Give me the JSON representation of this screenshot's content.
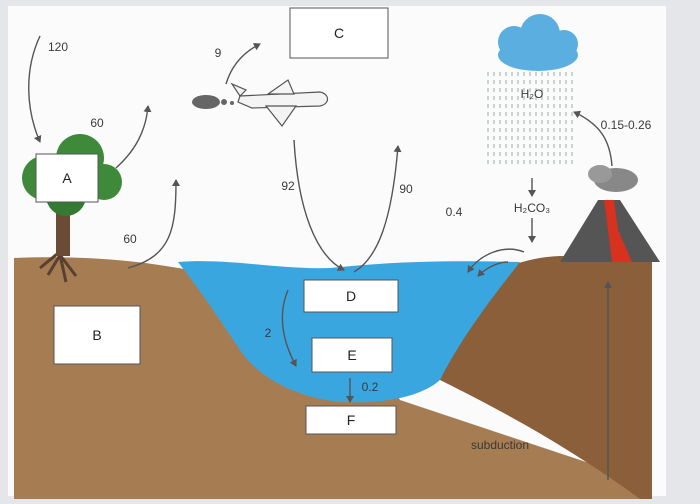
{
  "diagram": {
    "boxes": {
      "a": "A",
      "b": "B",
      "c": "C",
      "d": "D",
      "e": "E",
      "f": "F"
    },
    "flows": {
      "atmosphere_to_tree": "120",
      "tree_to_atmosphere": "60",
      "soil_to_atmosphere": "60",
      "plane_emission": "9",
      "atmosphere_to_ocean": "92",
      "ocean_to_atmosphere": "90",
      "ocean_surface_to_deep": "2",
      "deep_to_sediment": "0.2",
      "runoff": "0.4",
      "volcano_emission": "0.15-0.26"
    },
    "labels": {
      "cloud_h2o": "H₂O",
      "carbonic_acid": "H₂CO₃",
      "subduction": "subduction"
    },
    "colors": {
      "soil": "#a67c52",
      "water": "#3aa6e0",
      "cloud": "#5aaee0",
      "tree": "#3e8a3a",
      "lava": "#d7311f"
    }
  }
}
